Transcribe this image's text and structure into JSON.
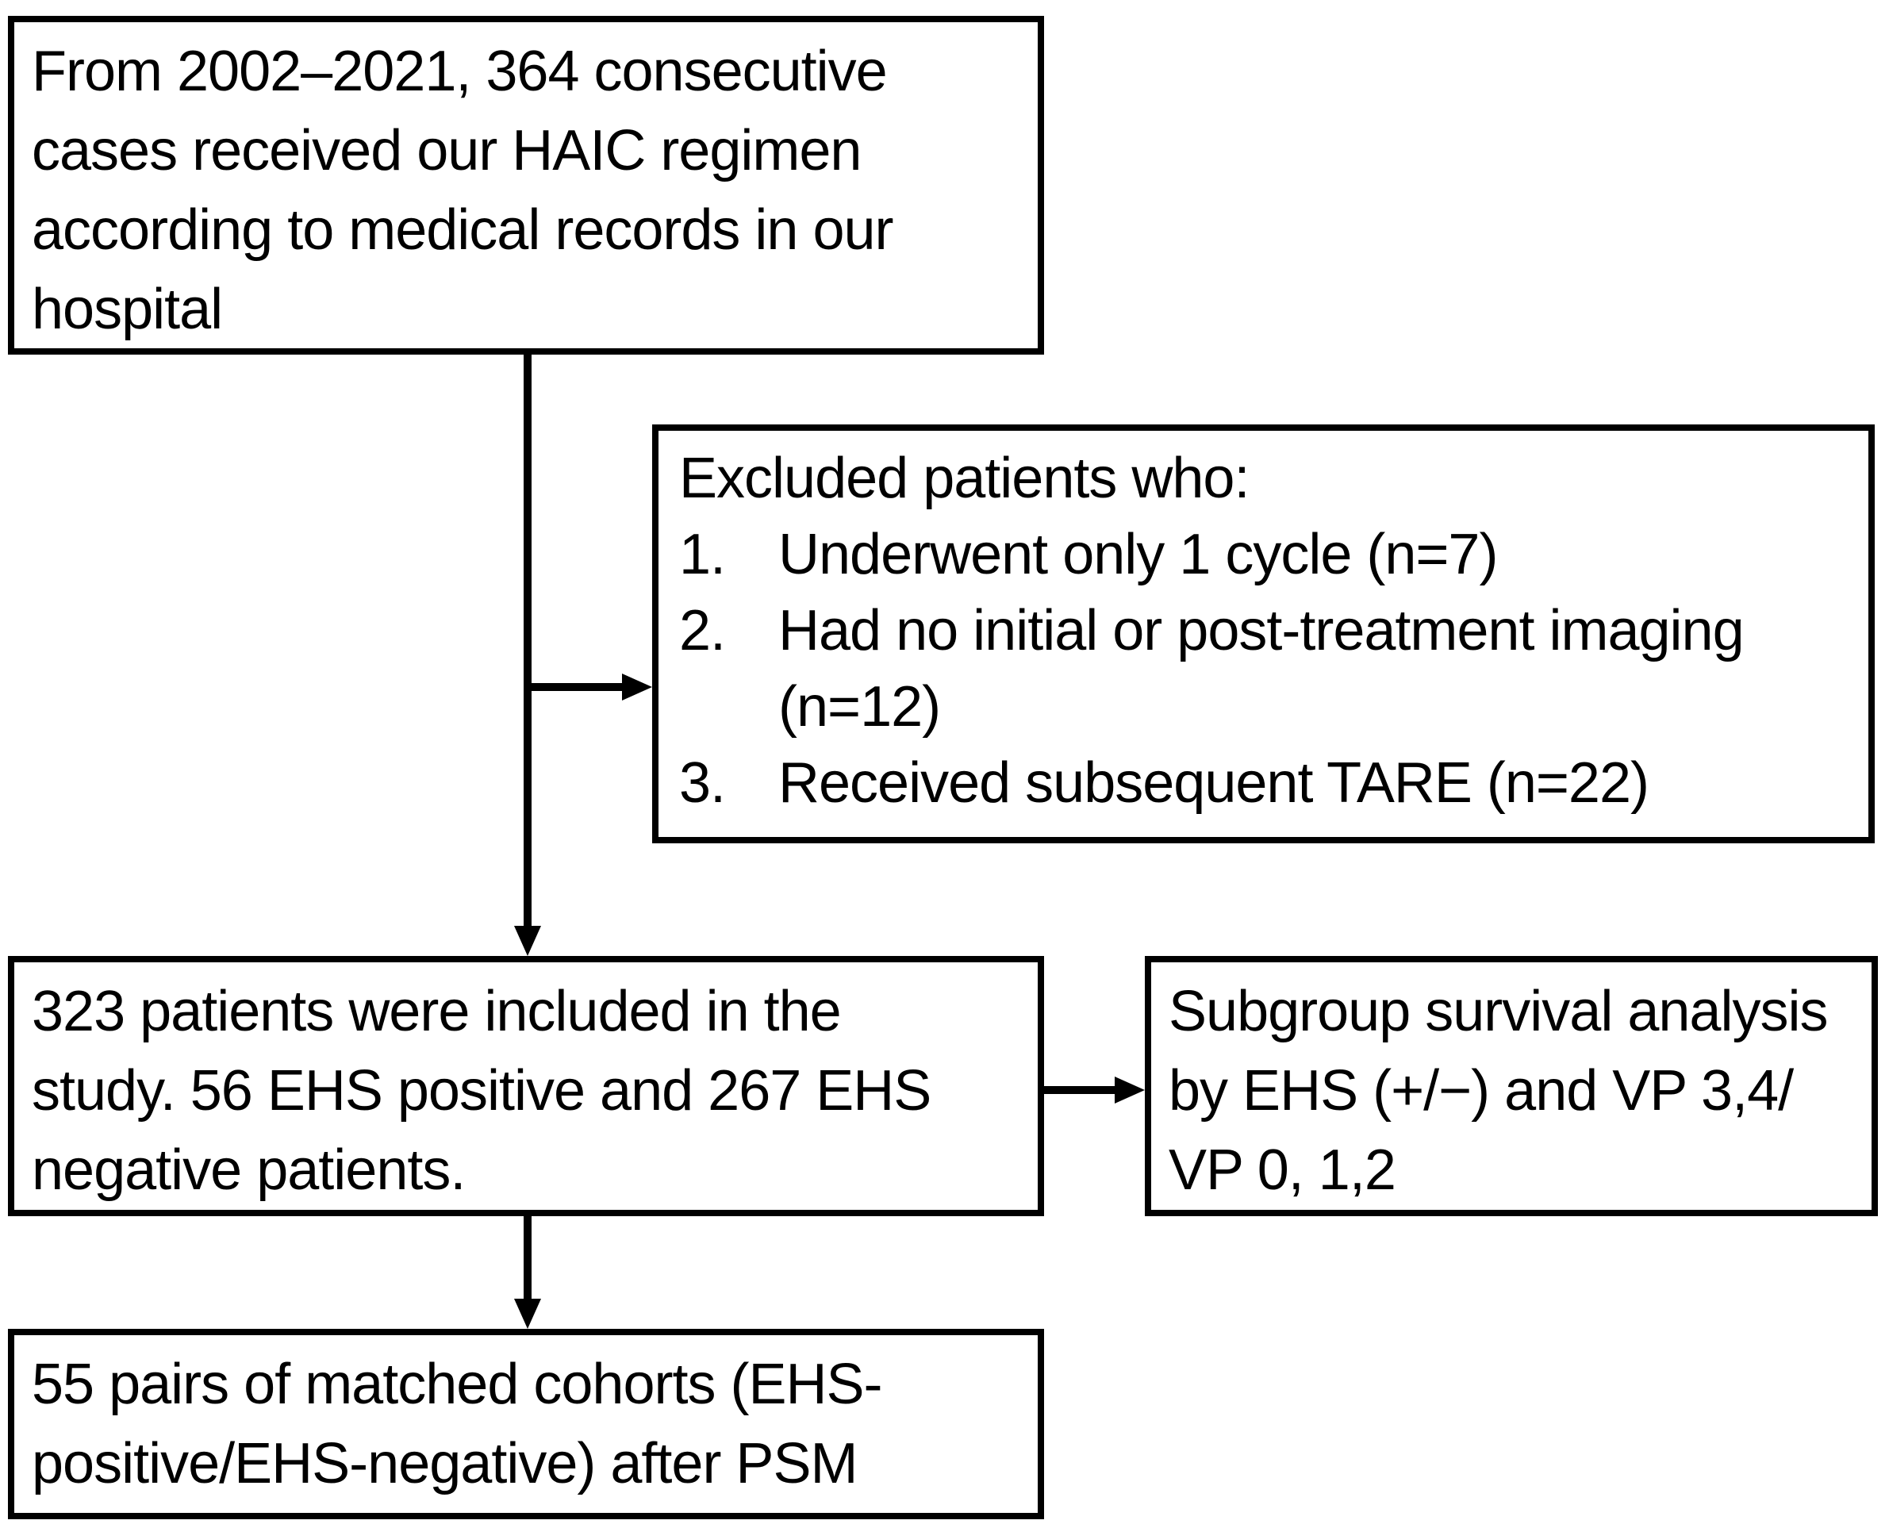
{
  "palette": {
    "background": "#ffffff",
    "line_color": "#000000",
    "text_color": "#000000"
  },
  "boxes": {
    "source": {
      "lines": [
        "From 2002–2021, 364 consecutive",
        "cases received our HAIC regimen",
        "according to medical records in our",
        "hospital"
      ]
    },
    "excluded": {
      "title": "Excluded patients who:",
      "items": [
        {
          "num": "1.",
          "text": "Underwent only 1 cycle (n=7)"
        },
        {
          "num": "2.",
          "text": "Had no initial or post-treatment imaging",
          "cont": "(n=12)"
        },
        {
          "num": "3.",
          "text": "Received subsequent TARE (n=22)"
        }
      ]
    },
    "included": {
      "lines": [
        "323 patients were included in the",
        "study. 56 EHS positive and 267 EHS",
        "negative patients."
      ]
    },
    "subgroup": {
      "lines": [
        "Subgroup survival analysis",
        "by EHS (+/−) and VP 3,4/",
        "VP 0, 1,2"
      ]
    },
    "matched": {
      "lines": [
        "55 pairs of matched cohorts (EHS-",
        "positive/EHS-negative) after PSM"
      ]
    }
  }
}
